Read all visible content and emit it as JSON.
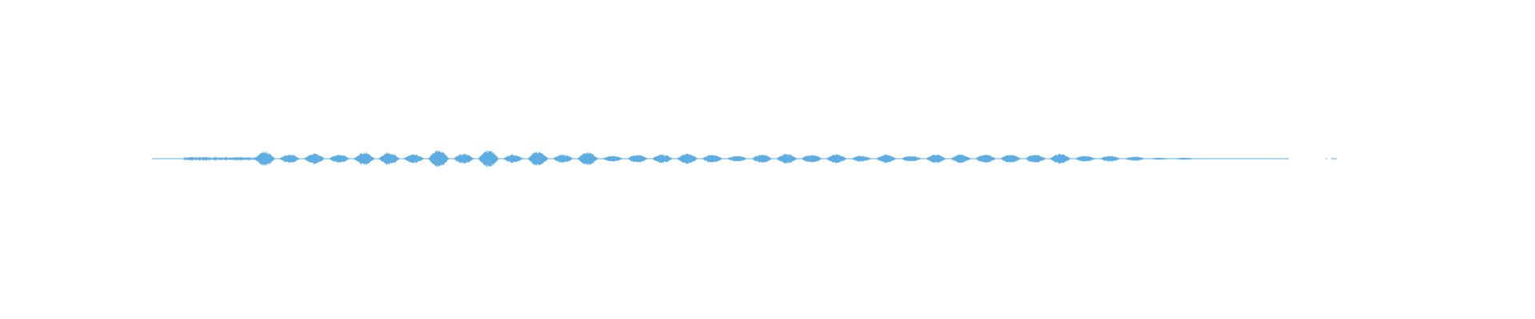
{
  "chart_data": {
    "type": "waveform",
    "color": "#5dade2",
    "background": "#ffffff",
    "grid": false,
    "axes_visible": false,
    "lead_in_noise_amplitude": 0.2,
    "peak_amplitudes": [
      0.85,
      0.5,
      0.6,
      0.5,
      0.75,
      0.75,
      0.5,
      1.0,
      0.6,
      1.0,
      0.5,
      0.85,
      0.5,
      0.75,
      0.35,
      0.5,
      0.5,
      0.6,
      0.5,
      0.35,
      0.5,
      0.6,
      0.5,
      0.5,
      0.35,
      0.5,
      0.35,
      0.5,
      0.5,
      0.5,
      0.5,
      0.5,
      0.6,
      0.35,
      0.35,
      0.25,
      0.12,
      0.12
    ]
  }
}
